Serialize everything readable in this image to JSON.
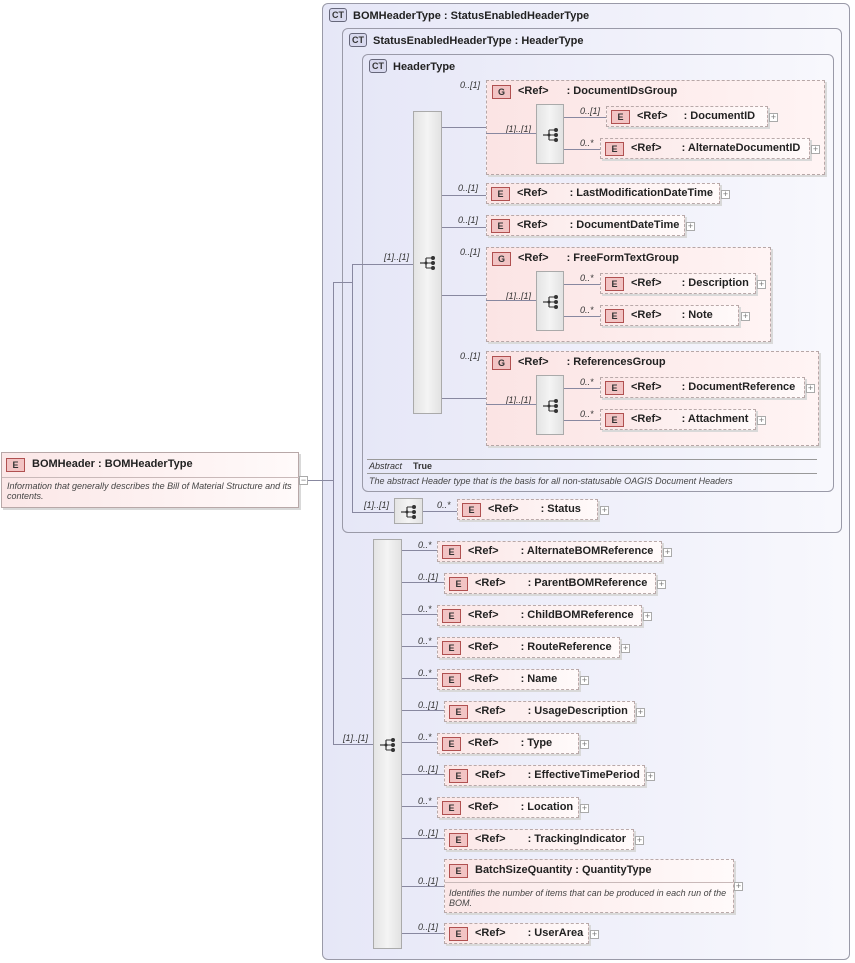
{
  "root": {
    "badge": "E",
    "name": "BOMHeader",
    "type": ": BOMHeaderType",
    "doc": "Information that generally describes the Bill of Material Structure and its contents."
  },
  "bom_header_type": {
    "badge": "CT",
    "name": "BOMHeaderType",
    "base": ": StatusEnabledHeaderType"
  },
  "status_enabled_header_type": {
    "badge": "CT",
    "name": "StatusEnabledHeaderType",
    "base": ": HeaderType"
  },
  "header_type": {
    "badge": "CT",
    "name": "HeaderType",
    "abstract_label": "Abstract",
    "abstract_value": "True",
    "doc": "The abstract Header type that is the basis for all non-statusable OAGIS Document Headers",
    "sequence_card": "[1]..[1]"
  },
  "groups": {
    "document_ids": {
      "badge": "G",
      "ref": "<Ref>",
      "name": ": DocumentIDsGroup",
      "card": "0..[1]",
      "seq_card": "[1]..[1]",
      "children": [
        {
          "card": "0..[1]",
          "badge": "E",
          "ref": "<Ref>",
          "name": ": DocumentID"
        },
        {
          "card": "0..*",
          "badge": "E",
          "ref": "<Ref>",
          "name": ": AlternateDocumentID"
        }
      ]
    },
    "free_form_text": {
      "badge": "G",
      "ref": "<Ref>",
      "name": ": FreeFormTextGroup",
      "card": "0..[1]",
      "seq_card": "[1]..[1]",
      "children": [
        {
          "card": "0..*",
          "badge": "E",
          "ref": "<Ref>",
          "name": ": Description"
        },
        {
          "card": "0..*",
          "badge": "E",
          "ref": "<Ref>",
          "name": ": Note"
        }
      ]
    },
    "references": {
      "badge": "G",
      "ref": "<Ref>",
      "name": ": ReferencesGroup",
      "card": "0..[1]",
      "seq_card": "[1]..[1]",
      "children": [
        {
          "card": "0..*",
          "badge": "E",
          "ref": "<Ref>",
          "name": ": DocumentReference"
        },
        {
          "card": "0..*",
          "badge": "E",
          "ref": "<Ref>",
          "name": ": Attachment"
        }
      ]
    }
  },
  "header_elements": {
    "last_mod": {
      "card": "0..[1]",
      "badge": "E",
      "ref": "<Ref>",
      "name": ": LastModificationDateTime"
    },
    "doc_date": {
      "card": "0..[1]",
      "badge": "E",
      "ref": "<Ref>",
      "name": ": DocumentDateTime"
    }
  },
  "status": {
    "seq_card": "[1]..[1]",
    "card": "0..*",
    "badge": "E",
    "ref": "<Ref>",
    "name": ": Status"
  },
  "bom_sequence": {
    "card": "[1]..[1]",
    "items": [
      {
        "card": "0..*",
        "badge": "E",
        "ref": "<Ref>",
        "name": ": AlternateBOMReference"
      },
      {
        "card": "0..[1]",
        "badge": "E",
        "ref": "<Ref>",
        "name": ": ParentBOMReference"
      },
      {
        "card": "0..*",
        "badge": "E",
        "ref": "<Ref>",
        "name": ": ChildBOMReference"
      },
      {
        "card": "0..*",
        "badge": "E",
        "ref": "<Ref>",
        "name": ": RouteReference"
      },
      {
        "card": "0..*",
        "badge": "E",
        "ref": "<Ref>",
        "name": ": Name"
      },
      {
        "card": "0..[1]",
        "badge": "E",
        "ref": "<Ref>",
        "name": ": UsageDescription"
      },
      {
        "card": "0..*",
        "badge": "E",
        "ref": "<Ref>",
        "name": ": Type"
      },
      {
        "card": "0..[1]",
        "badge": "E",
        "ref": "<Ref>",
        "name": ": EffectiveTimePeriod"
      },
      {
        "card": "0..*",
        "badge": "E",
        "ref": "<Ref>",
        "name": ": Location"
      },
      {
        "card": "0..[1]",
        "badge": "E",
        "ref": "<Ref>",
        "name": ": TrackingIndicator"
      }
    ],
    "batch_size": {
      "card": "0..[1]",
      "badge": "E",
      "name": "BatchSizeQuantity",
      "type": ": QuantityType",
      "doc": "Identifies the number of items that can be produced in each run of the BOM."
    },
    "user_area": {
      "card": "0..[1]",
      "badge": "E",
      "ref": "<Ref>",
      "name": ": UserArea"
    }
  },
  "icons": {
    "sequence": "sequence-compositor-icon",
    "expand": "plus-icon",
    "collapse": "minus-icon"
  }
}
